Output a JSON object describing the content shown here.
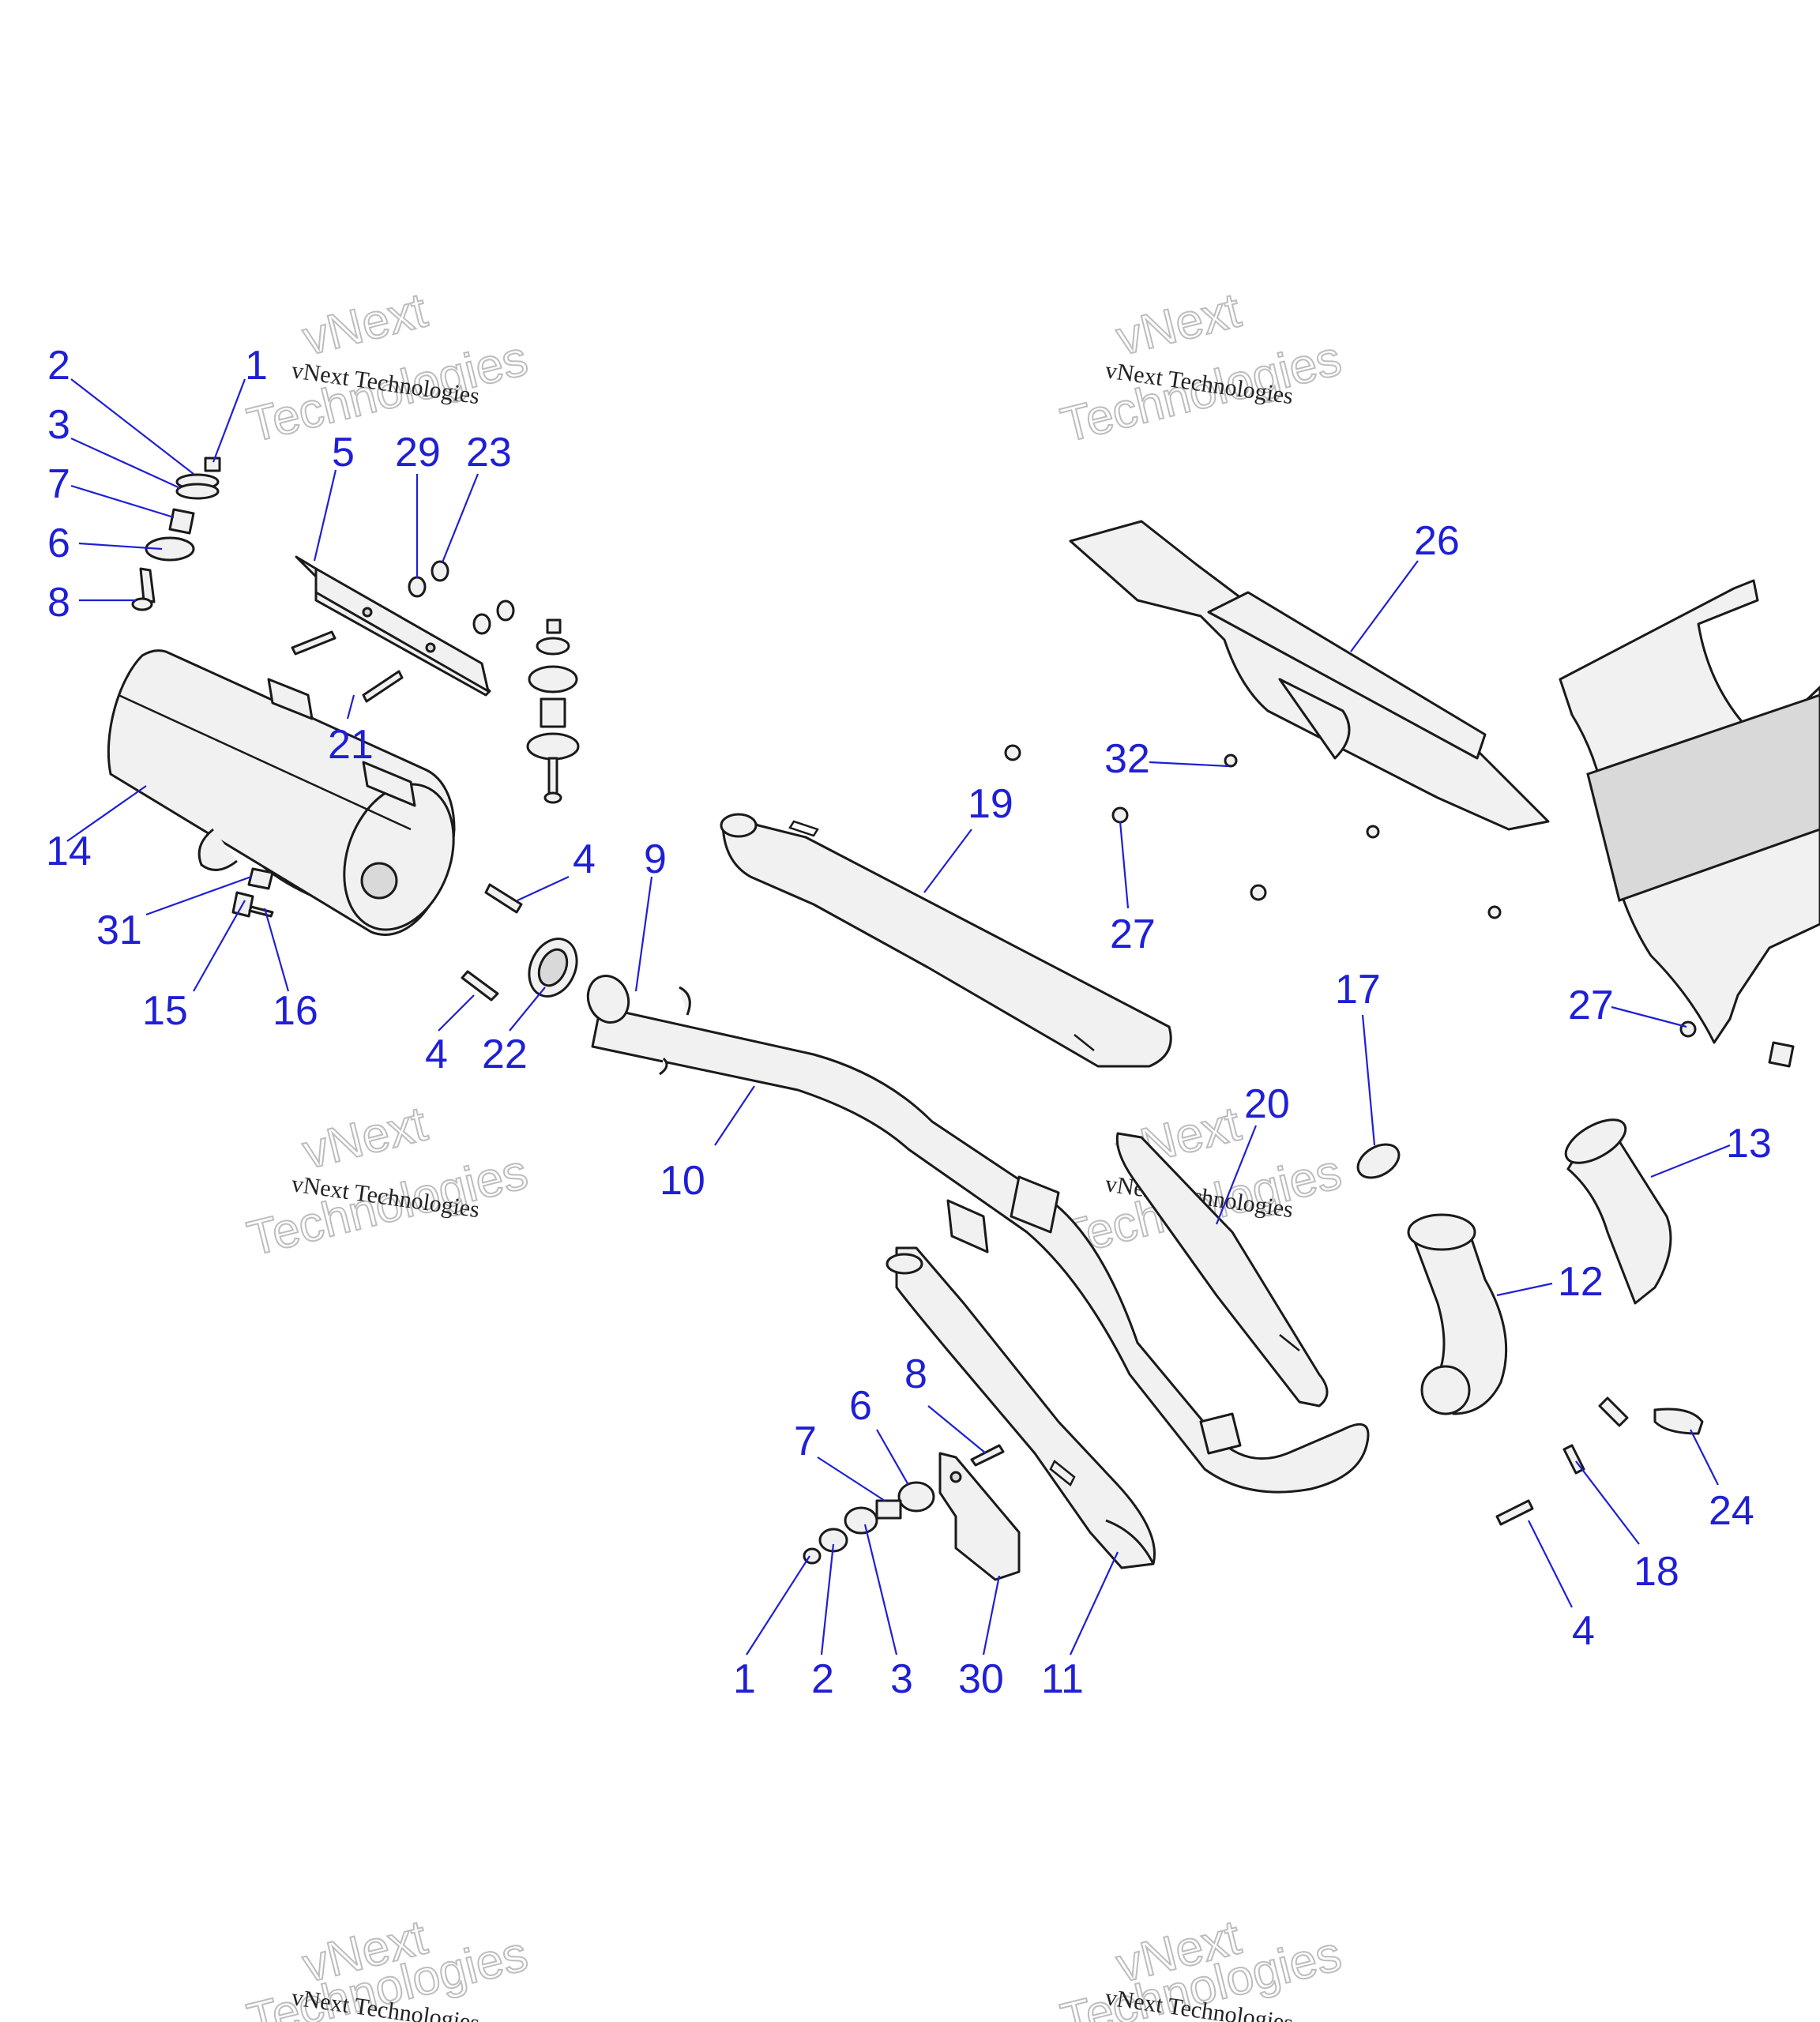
{
  "watermark": {
    "line1": "vNext Technologies",
    "line2a": "vNext",
    "line2b": "Technologies"
  },
  "callouts": [
    {
      "label": "1"
    },
    {
      "label": "2"
    },
    {
      "label": "3"
    },
    {
      "label": "7"
    },
    {
      "label": "6"
    },
    {
      "label": "8"
    },
    {
      "label": "5"
    },
    {
      "label": "29"
    },
    {
      "label": "23"
    },
    {
      "label": "26"
    },
    {
      "label": "21"
    },
    {
      "label": "14"
    },
    {
      "label": "4"
    },
    {
      "label": "9"
    },
    {
      "label": "19"
    },
    {
      "label": "32"
    },
    {
      "label": "27"
    },
    {
      "label": "31"
    },
    {
      "label": "15"
    },
    {
      "label": "16"
    },
    {
      "label": "4"
    },
    {
      "label": "22"
    },
    {
      "label": "10"
    },
    {
      "label": "17"
    },
    {
      "label": "27"
    },
    {
      "label": "20"
    },
    {
      "label": "13"
    },
    {
      "label": "12"
    },
    {
      "label": "8"
    },
    {
      "label": "6"
    },
    {
      "label": "7"
    },
    {
      "label": "24"
    },
    {
      "label": "18"
    },
    {
      "label": "4"
    },
    {
      "label": "1"
    },
    {
      "label": "2"
    },
    {
      "label": "3"
    },
    {
      "label": "30"
    },
    {
      "label": "11"
    }
  ]
}
